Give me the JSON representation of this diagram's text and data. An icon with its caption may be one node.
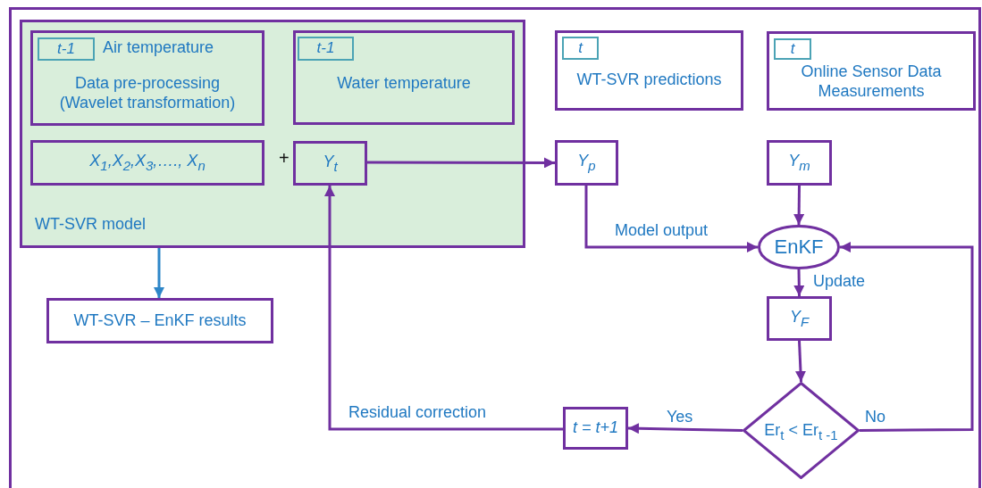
{
  "diagram": {
    "nodes": [
      {
        "text": [
          "WT-SVR model"
        ]
      },
      {
        "text": [
          "Air temperature",
          "Data pre-processing (Wavelet transformation)"
        ],
        "in": 0
      },
      {
        "text": [
          "t-1"
        ],
        "in": 1
      },
      {
        "text": [
          "Water temperature"
        ],
        "in": 0
      },
      {
        "text": [
          "t-1"
        ],
        "in": 3
      },
      {
        "text": [
          "X$_{1}$,X$_{2}$,X$_{3}$,…., X$_{n}$"
        ],
        "in": 0
      },
      {
        "text": [
          "Y$_{t}$"
        ],
        "in": 0
      },
      {
        "text": [
          "WT-SVR predictions"
        ]
      },
      {
        "text": [
          "t"
        ],
        "in": 7
      },
      {
        "text": [
          "Online Sensor Data Measurements"
        ]
      },
      {
        "text": [
          "t"
        ],
        "in": 9
      },
      {
        "text": [
          "Y$_{p}$"
        ]
      },
      {
        "text": [
          "Y$_{m}$"
        ]
      },
      {
        "text": [
          "EnKF"
        ]
      },
      {
        "text": [
          "Y$_{F}$"
        ]
      },
      {
        "text": [
          "Er$_{t}$ < Er$_{t -1}$"
        ]
      },
      {
        "text": [
          "t = t+1"
        ]
      },
      {
        "text": [
          "WT-SVR – EnKF results"
        ]
      }
    ],
    "edges": [
      {
        "from": 0,
        "to": 17,
        "arrow": "to",
        "color": "#2e86c8"
      },
      {
        "from": 6,
        "to": 11,
        "arrow": "to"
      },
      {
        "from": 11,
        "to": 13,
        "arrow": "to",
        "label": "Model output"
      },
      {
        "from": 12,
        "to": 13,
        "arrow": "to"
      },
      {
        "from": 13,
        "to": 14,
        "arrow": "to",
        "label": "Update"
      },
      {
        "from": 14,
        "to": 15,
        "arrow": "to"
      },
      {
        "from": 15,
        "to": 16,
        "arrow": "to",
        "label": "Yes"
      },
      {
        "from": 15,
        "to": 13,
        "arrow": "to",
        "label": "No"
      },
      {
        "from": 16,
        "to": 6,
        "arrow": "to",
        "label": "Residual correction"
      }
    ],
    "labels": [
      "+"
    ]
  }
}
